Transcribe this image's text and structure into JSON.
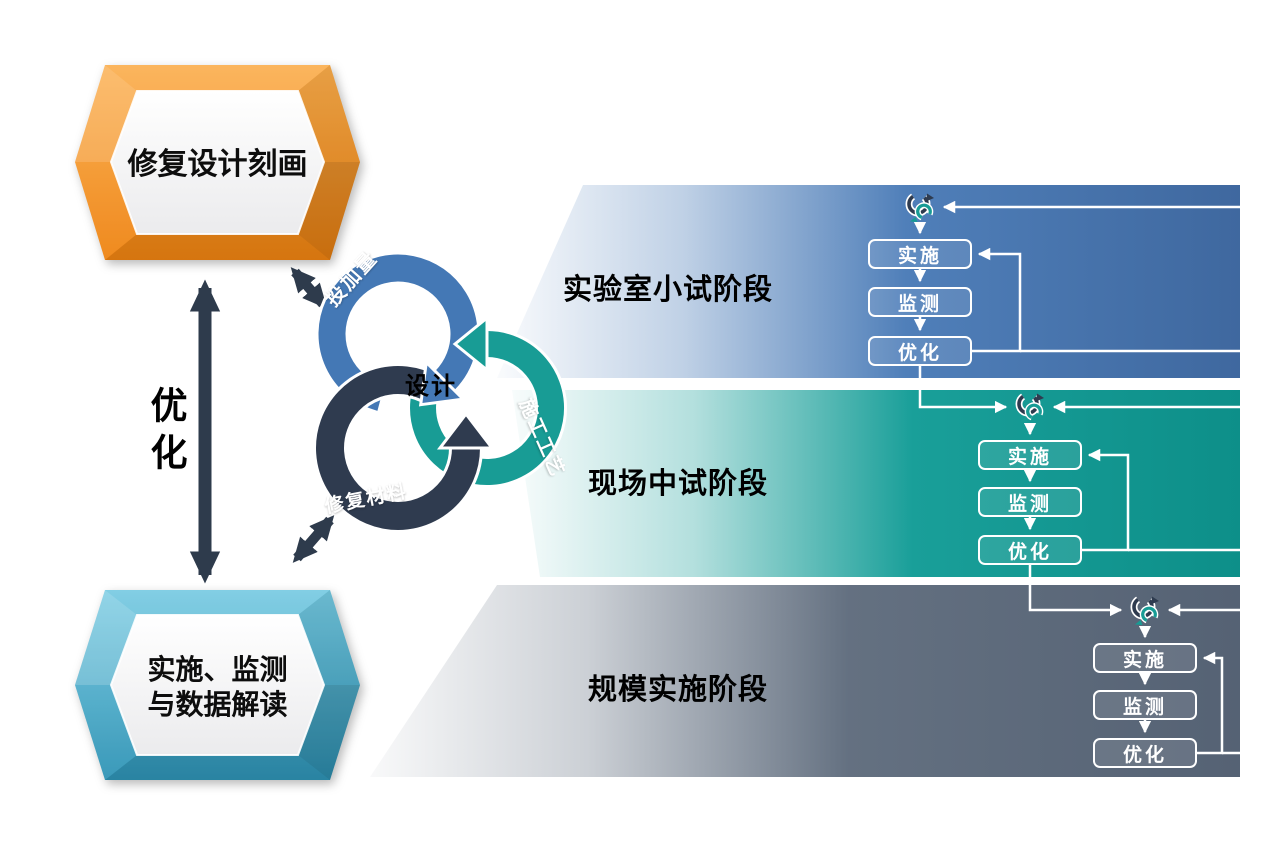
{
  "left": {
    "top_hex_label": "修复设计刻画",
    "bottom_hex_line1": "实施、监测",
    "bottom_hex_line2": "与数据解读",
    "optimize_label": "优化"
  },
  "cycle": {
    "center_label": "设计",
    "arcs": [
      {
        "label": "投加量",
        "color": "#4478B5"
      },
      {
        "label": "施工工艺",
        "color": "#189C95"
      },
      {
        "label": "修复材料",
        "color": "#2F3B4F"
      }
    ]
  },
  "stages": [
    {
      "label": "实验室小试阶段",
      "steps": [
        "实施",
        "监测",
        "优化"
      ],
      "color": "#4A7BB7"
    },
    {
      "label": "现场中试阶段",
      "steps": [
        "实施",
        "监测",
        "优化"
      ],
      "color": "#129C96"
    },
    {
      "label": "规模实施阶段",
      "steps": [
        "实施",
        "监测",
        "优化"
      ],
      "color": "#5F6C7D"
    }
  ],
  "icons": {
    "cycle": "loop-arrows-icon"
  },
  "colors": {
    "orange_hex": "#F6921E",
    "teal_hex": "#4FB0CE",
    "arrow_dark": "#2E3B4C",
    "band_blue": "#4A7BB7",
    "band_teal": "#129C96",
    "band_gray": "#5F6C7D"
  }
}
